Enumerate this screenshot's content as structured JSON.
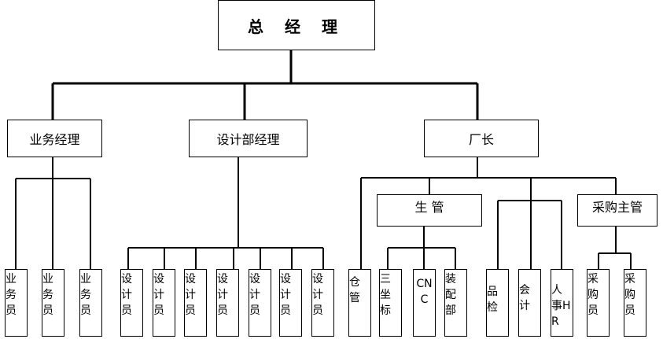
{
  "top": "总 经 理",
  "managers": {
    "sales": "业务经理",
    "design": "设计部经理",
    "factory": "厂长"
  },
  "factory_sub": {
    "production": "生 管",
    "purchasing": "采购主管"
  },
  "sales_staff": [
    "业务员",
    "业务员",
    "业务员"
  ],
  "designers": [
    "设计员",
    "设计员",
    "设计员",
    "设计员",
    "设计员",
    "设计员",
    "设计员"
  ],
  "warehouse": "仓管",
  "production_staff": [
    "三坐标",
    "CNC",
    "装配部"
  ],
  "factory_staff": [
    "品检",
    "会计",
    "人事HR"
  ],
  "buyers": [
    "采购员",
    "采购员"
  ]
}
